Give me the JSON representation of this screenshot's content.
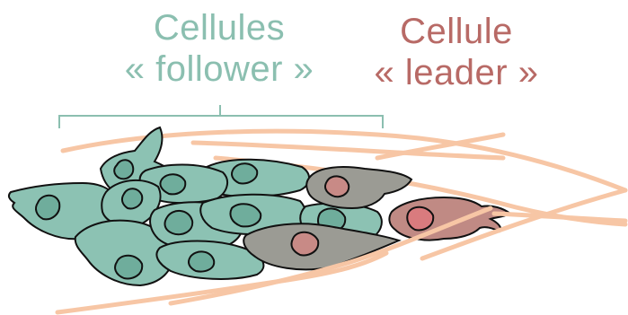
{
  "labels": {
    "follower": {
      "line1": "Cellules",
      "line2": "« follower »"
    },
    "leader": {
      "line1": "Cellule",
      "line2": "« leader »"
    }
  },
  "colors": {
    "follower_text": "#8bbfb0",
    "leader_text": "#b86a66",
    "follower_cell": "#8cc2b3",
    "follower_nucleus": "#6fad9c",
    "transition_cell": "#9b9b94",
    "transition_nucleus": "#c88a86",
    "leader_cell": "#c08a84",
    "leader_nucleus": "#d97b7e",
    "fiber": "#f7c6a5",
    "bracket": "#8bbfb0",
    "outline": "#111111"
  }
}
